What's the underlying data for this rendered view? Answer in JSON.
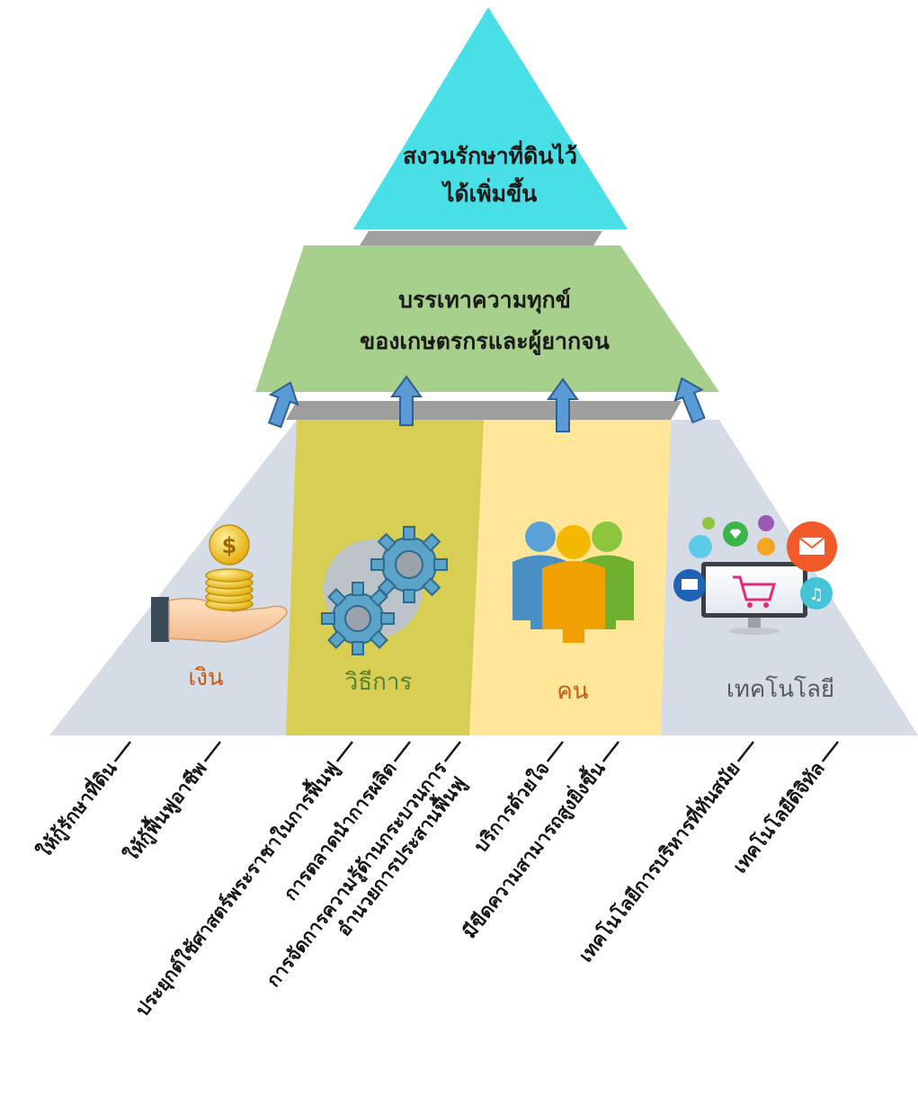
{
  "pyramid": {
    "top": {
      "lines": [
        "สงวนรักษาที่ดินไว้",
        "ได้เพิ่มขึ้น"
      ],
      "color": "#49dfe6"
    },
    "middle": {
      "lines": [
        "บรรเทาความทุกข์",
        "ของเกษตรกรและผู้ยากจน"
      ],
      "color": "#a8d08d"
    },
    "base_color": "#d6dce5",
    "pillars": [
      {
        "label": "เงิน",
        "icon": "money-hand-icon",
        "label_color": "#c55a11"
      },
      {
        "label": "วิธีการ",
        "icon": "gears-icon",
        "label_color": "#538135",
        "bg": "#d8ce54"
      },
      {
        "label": "คน",
        "icon": "people-icon",
        "label_color": "#c55a11",
        "bg": "#ffe699"
      },
      {
        "label": "เทคโนโลยี",
        "icon": "technology-icon",
        "label_color": "#595959"
      }
    ]
  },
  "outcomes": [
    {
      "lines": [
        "ให้กู้รักษาที่ดิน"
      ]
    },
    {
      "lines": [
        "ให้กู้ฟื้นฟูอาชีพ"
      ]
    },
    {
      "lines": [
        "ประยุกต์ใช้ศาสตร์พระราชาในการฟื้นฟู"
      ]
    },
    {
      "lines": [
        "การตลาดนำการผลิต"
      ]
    },
    {
      "lines": [
        "การจัดการความรู้ด้านกระบวนการ",
        "อำนวยการประสานฟื้นฟู"
      ]
    },
    {
      "lines": [
        "บริการด้วยใจ"
      ]
    },
    {
      "lines": [
        "มีขีดความสามารถสูงยิ่งขึ้น"
      ]
    },
    {
      "lines": [
        "เทคโนโลยีการบริหารที่ทันสมัย"
      ]
    },
    {
      "lines": [
        "เทคโนโลยีดิจิทัล"
      ]
    }
  ]
}
